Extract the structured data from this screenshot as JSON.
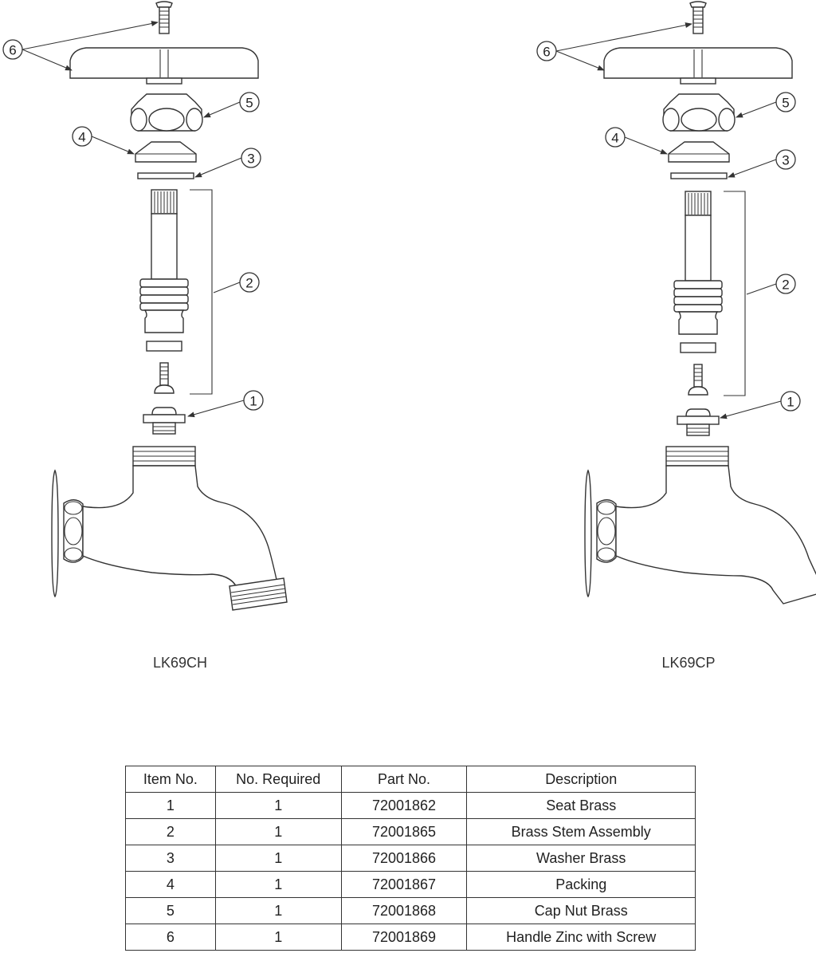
{
  "callouts": [
    "1",
    "2",
    "3",
    "4",
    "5",
    "6"
  ],
  "models": [
    "LK69CH",
    "LK69CP"
  ],
  "table": {
    "headers": [
      "Item No.",
      "No. Required",
      "Part No.",
      "Description"
    ],
    "rows": [
      [
        "1",
        "1",
        "72001862",
        "Seat Brass"
      ],
      [
        "2",
        "1",
        "72001865",
        "Brass Stem Assembly"
      ],
      [
        "3",
        "1",
        "72001866",
        "Washer Brass"
      ],
      [
        "4",
        "1",
        "72001867",
        "Packing"
      ],
      [
        "5",
        "1",
        "72001868",
        "Cap Nut Brass"
      ],
      [
        "6",
        "1",
        "72001869",
        "Handle Zinc with Screw"
      ]
    ]
  }
}
